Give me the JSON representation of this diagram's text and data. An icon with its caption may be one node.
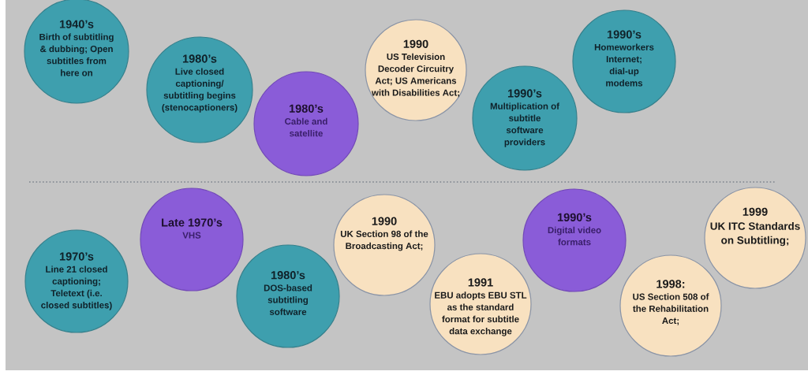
{
  "diagram": {
    "nodes": [
      {
        "text": [
          "1940’s",
          "Birth of subtitling & dubbing; Open subtitles from here on"
        ]
      },
      {
        "text": [
          "1980’s",
          "Live closed captioning/ subtitling begins (stenocaptioners)"
        ]
      },
      {
        "text": [
          "1980’s",
          "Cable and satellite"
        ]
      },
      {
        "text": [
          "1990",
          "US Television Decoder Circuitry Act; US Americans with Disabilities Act;"
        ]
      },
      {
        "text": [
          "1990’s",
          "Multiplication of subtitle software providers"
        ]
      },
      {
        "text": [
          "1990’s",
          "Homeworkers Internet; dial-up modems"
        ]
      },
      {
        "text": [
          "1970’s",
          "Line 21 closed captioning; Teletext (i.e. closed subtitles)"
        ]
      },
      {
        "text": [
          "Late 1970’s",
          "VHS"
        ]
      },
      {
        "text": [
          "1980’s",
          "DOS-based subtitling software"
        ]
      },
      {
        "text": [
          "1990",
          "UK Section 98 of the Broadcasting Act;"
        ]
      },
      {
        "text": [
          "1991",
          "EBU adopts EBU STL as the standard format for subtitle data exchange"
        ]
      },
      {
        "text": [
          "1990’s",
          "Digital video formats"
        ]
      },
      {
        "text": [
          "1998:",
          "US Section 508 of the Rehabilitation Act;"
        ]
      },
      {
        "text": [
          "1999",
          "UK ITC Standards on Subtitling;"
        ]
      }
    ]
  }
}
